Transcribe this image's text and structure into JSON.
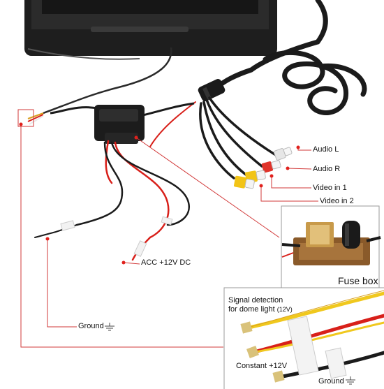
{
  "labels": {
    "audio_l": "Audio L",
    "audio_r": "Audio R",
    "video_in_1": "Video in 1",
    "video_in_2": "Video in 2",
    "fuse_box": "Fuse box",
    "acc": "ACC +12V DC",
    "ground_left": "Ground",
    "signal_detection_line1": "Signal detection",
    "signal_detection_line2": "for dome light",
    "signal_detection_volts": "(12V)",
    "constant": "Constant +12V",
    "ground_inset": "Ground"
  },
  "colors": {
    "leader_line": "#d23a3a",
    "marker_dot": "#e0201c",
    "monitor": "#1e1e1e",
    "cable_black": "#1b1b1b",
    "wire_red": "#d8201a",
    "wire_yellow": "#f0c81e",
    "wire_white": "#e9e9e9",
    "rca_yellow": "#f2c416",
    "rca_red": "#e0332a",
    "rca_white": "#f2f2f2",
    "pcb_brown": "#8a5a2a"
  },
  "icons": {
    "ground_symbol": "ground-icon"
  }
}
